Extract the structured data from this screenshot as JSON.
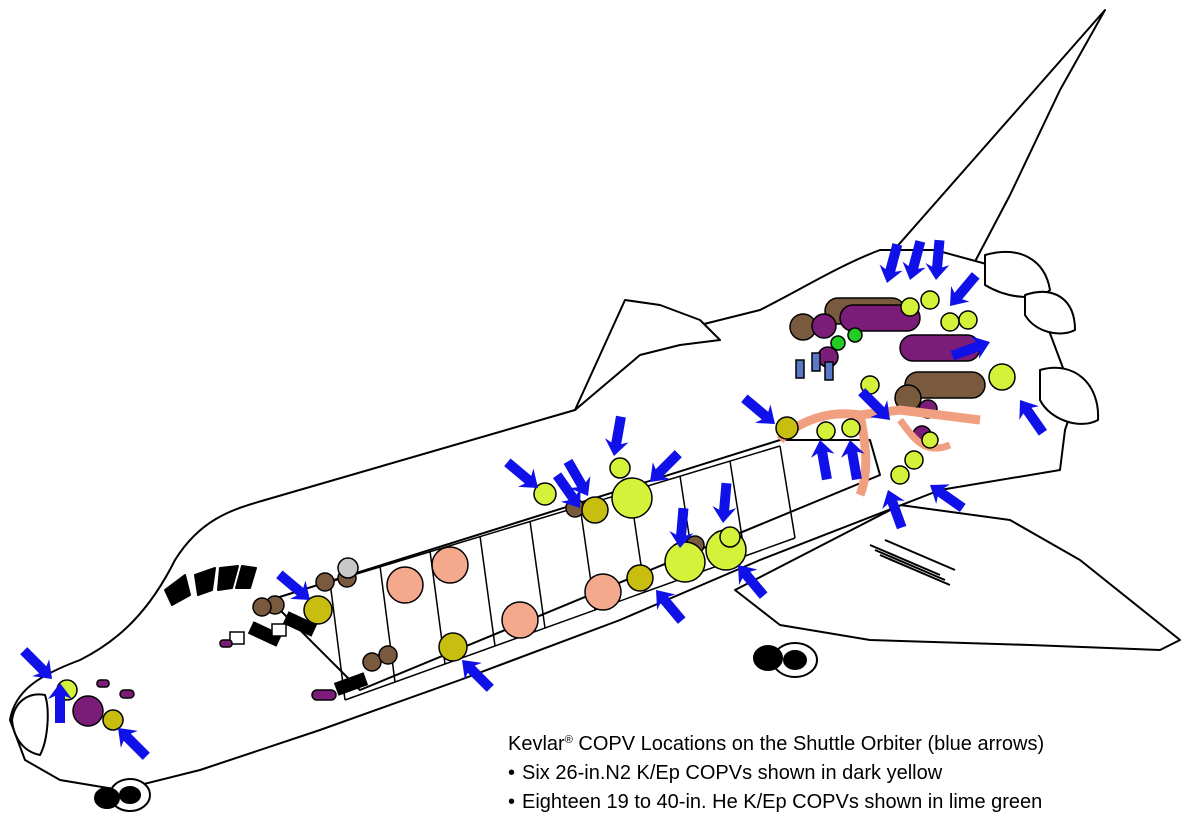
{
  "caption": {
    "title_prefix": "Kevlar",
    "title_registered": "®",
    "title_suffix": " COPV Locations on the Shuttle Orbiter (blue arrows)",
    "bullet_symbol": "•",
    "bullets": [
      "Six 26-in.N2 K/Ep COPVs shown in dark yellow",
      "Eighteen 19 to 40-in. He K/Ep COPVs shown in lime green"
    ]
  },
  "colors": {
    "outline": "#000000",
    "arrow": "#1010e8",
    "n2_copv_dark_yellow": "#c8be10",
    "he_copv_lime_green": "#d4f23a",
    "small_green": "#22cc22",
    "purple_tank": "#7a1c78",
    "brown_tank": "#7a5a3e",
    "salmon_tank": "#f4a88c",
    "plumbing": "#f0a080",
    "thruster_blue": "#5a78c8",
    "grey_tank": "#c8c8c8"
  }
}
